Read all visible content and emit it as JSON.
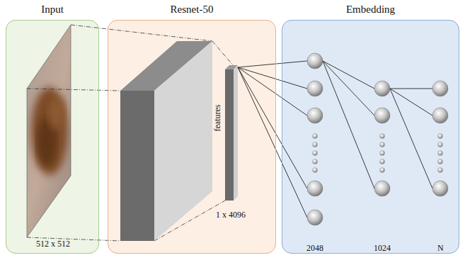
{
  "diagram": {
    "nodes": [
      {
        "text": [
          "Input",
          "512 x 512"
        ]
      },
      {
        "text": [
          "Resnet-50",
          "1 x 4096"
        ]
      },
      {
        "text": [
          "features"
        ],
        "in": 1
      },
      {
        "text": [
          "Embedding"
        ]
      }
    ],
    "labels": [
      "2048",
      "1024",
      "N"
    ]
  }
}
